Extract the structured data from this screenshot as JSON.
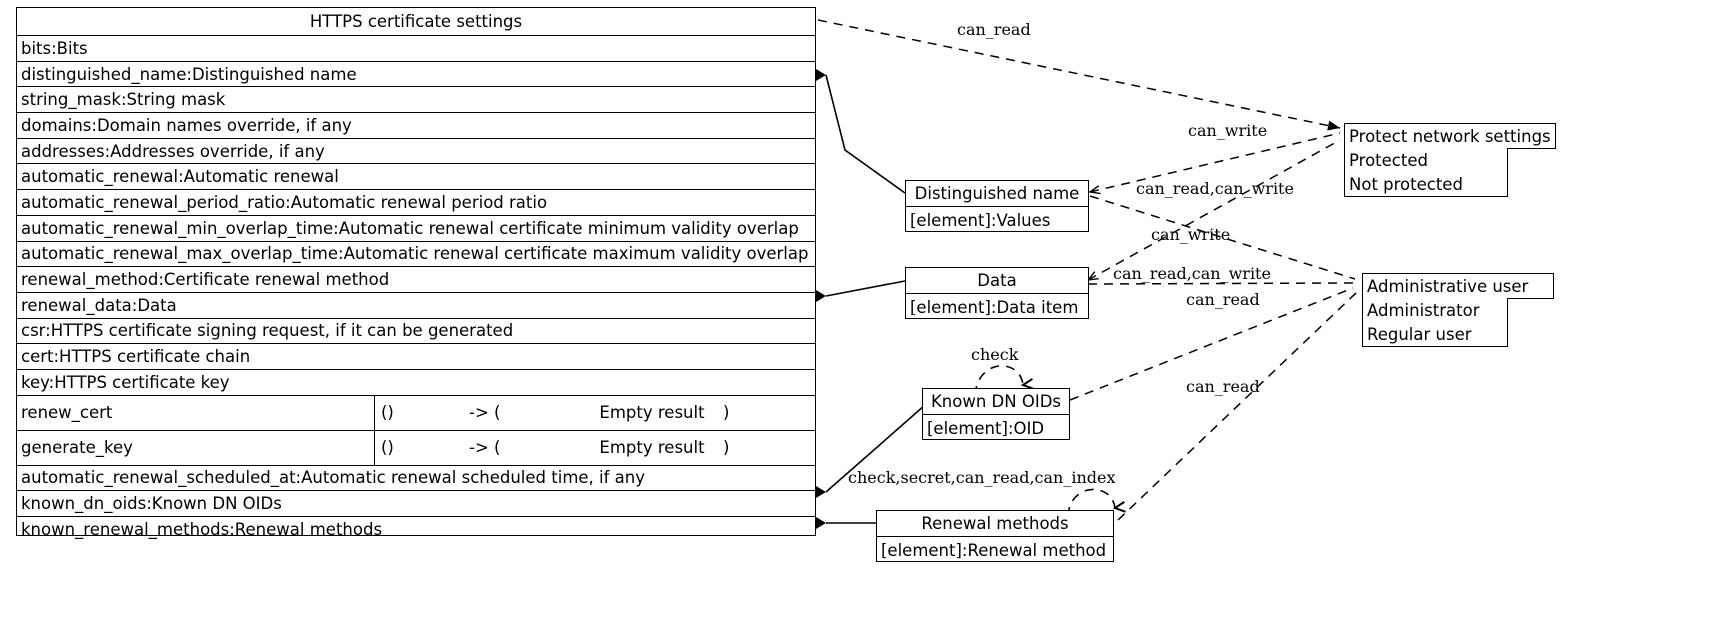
{
  "diagram": {
    "title": "HTTPS certificate settings",
    "type": "uml-class-diagram"
  },
  "main_class": {
    "name": "HTTPS certificate settings",
    "attributes": [
      "bits:Bits",
      "distinguished_name:Distinguished name",
      "string_mask:String mask",
      "domains:Domain names override, if any",
      "addresses:Addresses override, if any",
      "automatic_renewal:Automatic renewal",
      "automatic_renewal_period_ratio:Automatic renewal period ratio",
      "automatic_renewal_min_overlap_time:Automatic renewal certificate minimum validity overlap",
      "automatic_renewal_max_overlap_time:Automatic renewal certificate maximum validity overlap",
      "renewal_method:Certificate renewal method",
      "renewal_data:Data",
      "csr:HTTPS certificate signing request, if it can be generated",
      "cert:HTTPS certificate chain",
      "key:HTTPS certificate key"
    ],
    "methods": [
      {
        "name": "renew_cert",
        "args": "()",
        "arrow": "-> (",
        "returns": "Empty result",
        "close": ")"
      },
      {
        "name": "generate_key",
        "args": "()",
        "arrow": "-> (",
        "returns": "Empty result",
        "close": ")"
      }
    ],
    "trailing_attributes": [
      "automatic_renewal_scheduled_at:Automatic renewal scheduled time, if any",
      "known_dn_oids:Known DN OIDs",
      "known_renewal_methods:Renewal methods"
    ]
  },
  "side_boxes": [
    {
      "id": "distinguished-name",
      "name": "Distinguished name",
      "row": "[element]:Values"
    },
    {
      "id": "data",
      "name": "Data",
      "row": "[element]:Data item"
    },
    {
      "id": "known-dn-oids",
      "name": "Known DN OIDs",
      "row": "[element]:OID"
    },
    {
      "id": "renewal-methods",
      "name": "Renewal methods",
      "row": "[element]:Renewal method"
    }
  ],
  "enum_boxes": [
    {
      "id": "protect-network-settings",
      "name": "Protect network settings",
      "literals": [
        "Protected",
        "Not protected"
      ]
    },
    {
      "id": "administrative-user",
      "name": "Administrative user",
      "literals": [
        "Administrator",
        "Regular user"
      ]
    }
  ],
  "edge_labels": [
    {
      "id": "l1",
      "text": "can_read"
    },
    {
      "id": "l2",
      "text": "can_write"
    },
    {
      "id": "l3",
      "text": "can_read,can_write"
    },
    {
      "id": "l4",
      "text": "can_write"
    },
    {
      "id": "l5",
      "text": "can_read,can_write"
    },
    {
      "id": "l6",
      "text": "can_read"
    },
    {
      "id": "l7",
      "text": "check"
    },
    {
      "id": "l8",
      "text": "can_read"
    },
    {
      "id": "l9",
      "text": "check,secret,can_read,can_index"
    }
  ],
  "colors": {
    "stroke": "#000000",
    "background": "#ffffff"
  }
}
